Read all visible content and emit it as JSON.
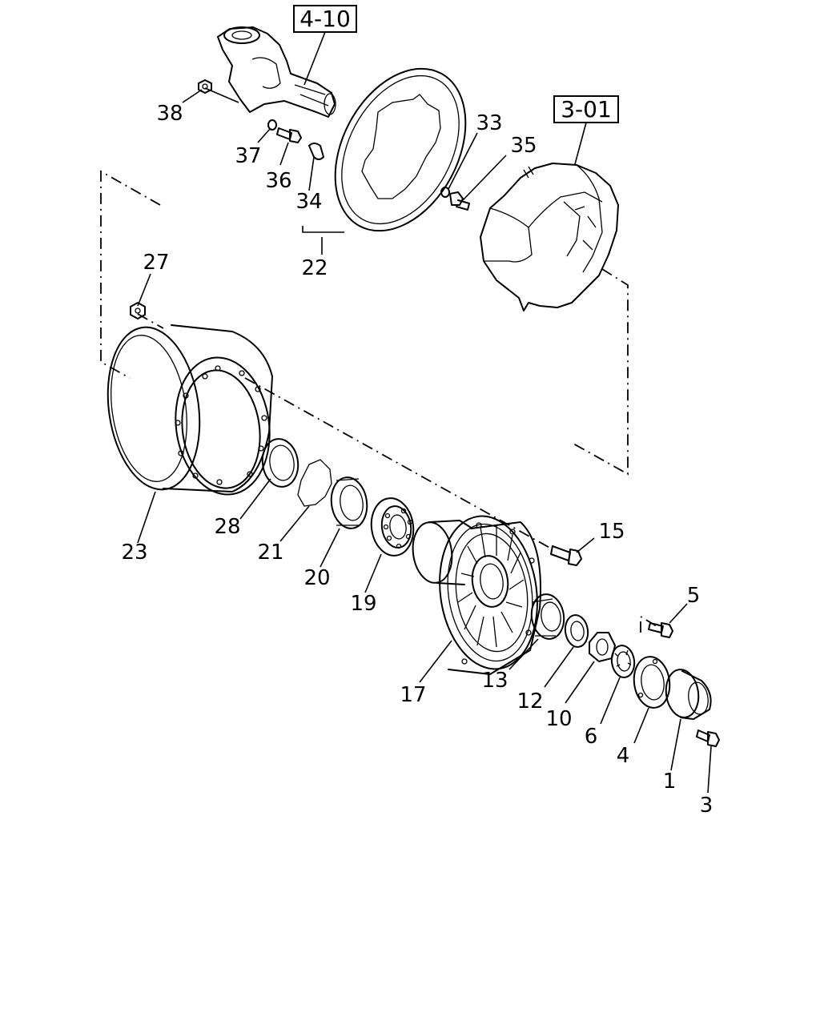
{
  "references": [
    {
      "id": "ref-4-10",
      "text": "4-10"
    },
    {
      "id": "ref-3-01",
      "text": "3-01"
    }
  ],
  "callouts": {
    "c1": "1",
    "c3": "3",
    "c4": "4",
    "c5": "5",
    "c6": "6",
    "c10": "10",
    "c12": "12",
    "c13": "13",
    "c15": "15",
    "c17": "17",
    "c19": "19",
    "c20": "20",
    "c21": "21",
    "c22": "22",
    "c23": "23",
    "c27": "27",
    "c28": "28",
    "c33": "33",
    "c34": "34",
    "c35": "35",
    "c36": "36",
    "c37": "37",
    "c38": "38"
  }
}
